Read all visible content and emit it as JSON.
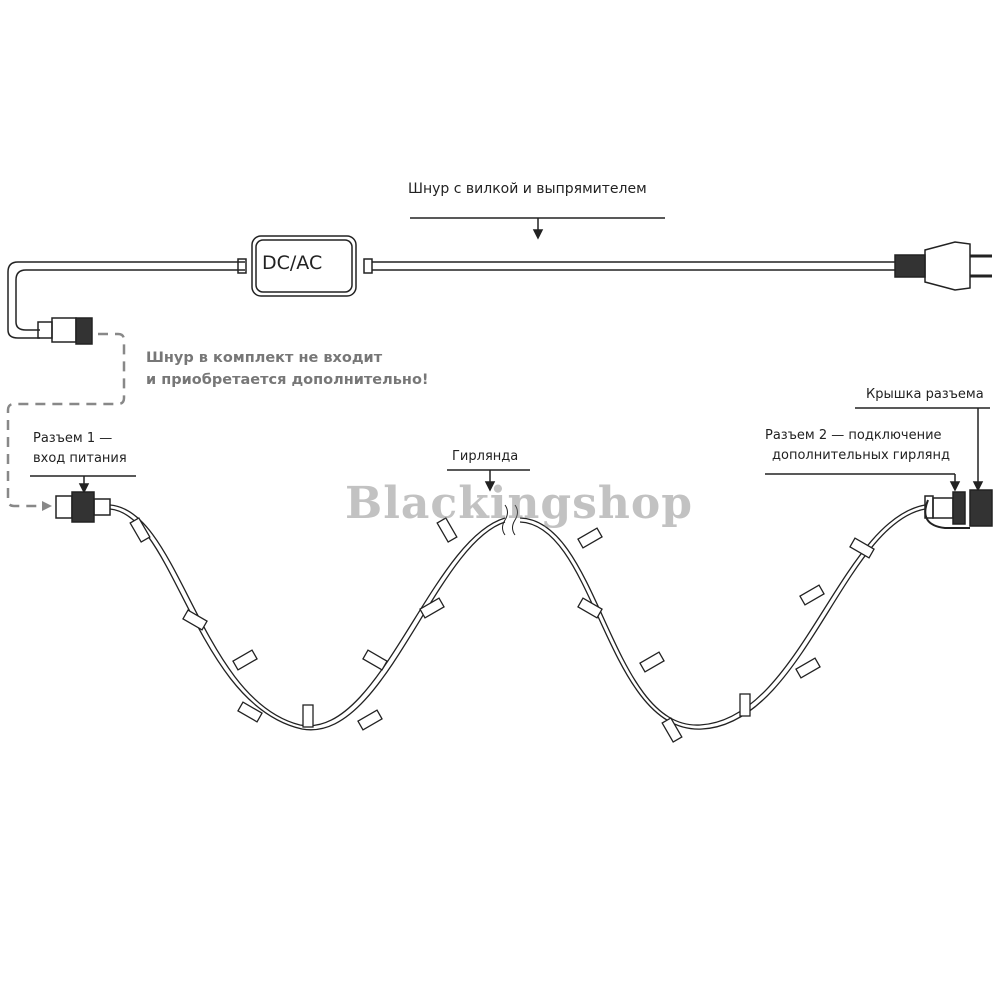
{
  "labels": {
    "cord": "Шнур с вилкой и выпрямителем",
    "rectifier": "DC/AC",
    "note_line1": "Шнур в комплект не входит",
    "note_line2": "и приобретается дополнительно!",
    "connector1_line1": "Разъем 1 —",
    "connector1_line2": "вход питания",
    "garland": "Гирлянда",
    "cap": "Крышка разъема",
    "connector2_line1": "Разъем 2 — подключение",
    "connector2_line2": "дополнительных гирлянд"
  },
  "watermark": "Blackingshop"
}
